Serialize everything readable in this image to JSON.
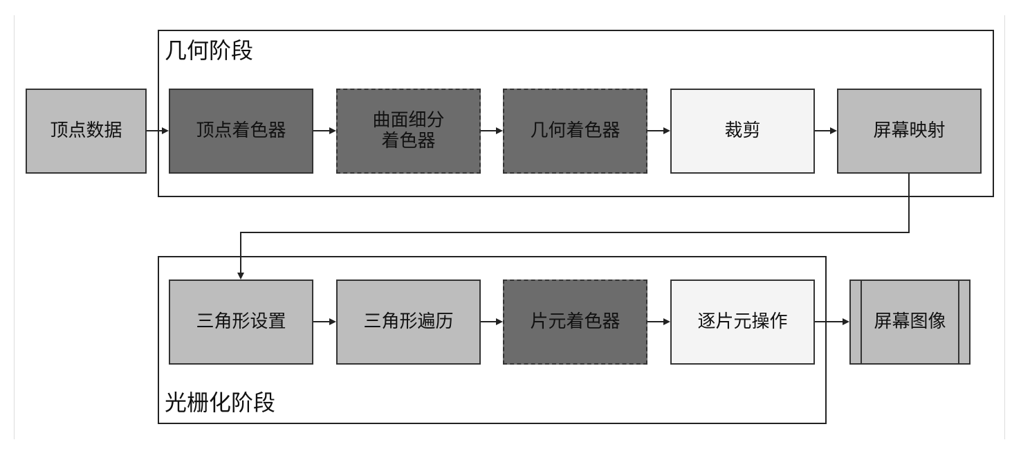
{
  "stages": {
    "geometry": "几何阶段",
    "raster": "光栅化阶段"
  },
  "nodes": {
    "vertex_data": "顶点数据",
    "vertex_shader": "顶点着色器",
    "tessellation_shader": "曲面细分\n着色器",
    "geometry_shader": "几何着色器",
    "clipping": "裁剪",
    "screen_mapping": "屏幕映射",
    "triangle_setup": "三角形设置",
    "triangle_traversal": "三角形遍历",
    "fragment_shader": "片元着色器",
    "per_fragment_ops": "逐片元操作",
    "screen_image": "屏幕图像"
  },
  "colors": {
    "dark_fill": "#6c6c6c",
    "mid_fill": "#bdbdbd",
    "light_fill": "#f4f4f4",
    "line": "#222222"
  }
}
